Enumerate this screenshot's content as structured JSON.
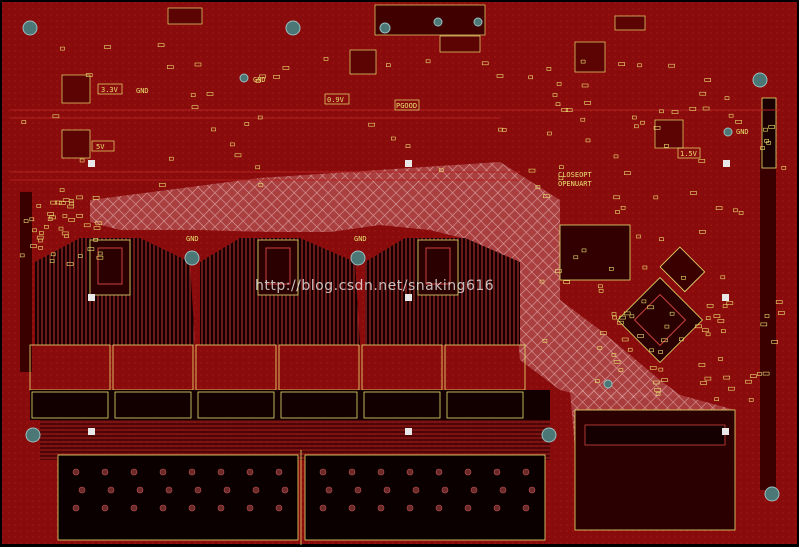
{
  "watermark": "http://blog.csdn.net/snaking616",
  "labels": {
    "gnd": "GND",
    "v33": "3.3V",
    "v5": "5V",
    "v09": "0.9V",
    "pgood": "PGOOD",
    "v15": "1.5V",
    "closeopt": "CLOSEOPT",
    "openuart": "OPENUART"
  },
  "colors": {
    "copper": "#8a0b0b",
    "copper_dark": "#5c0404",
    "silkscreen": "#e8e070",
    "hatch": "#d59a9a",
    "via": "#5a8c8c",
    "background": "#000000"
  }
}
